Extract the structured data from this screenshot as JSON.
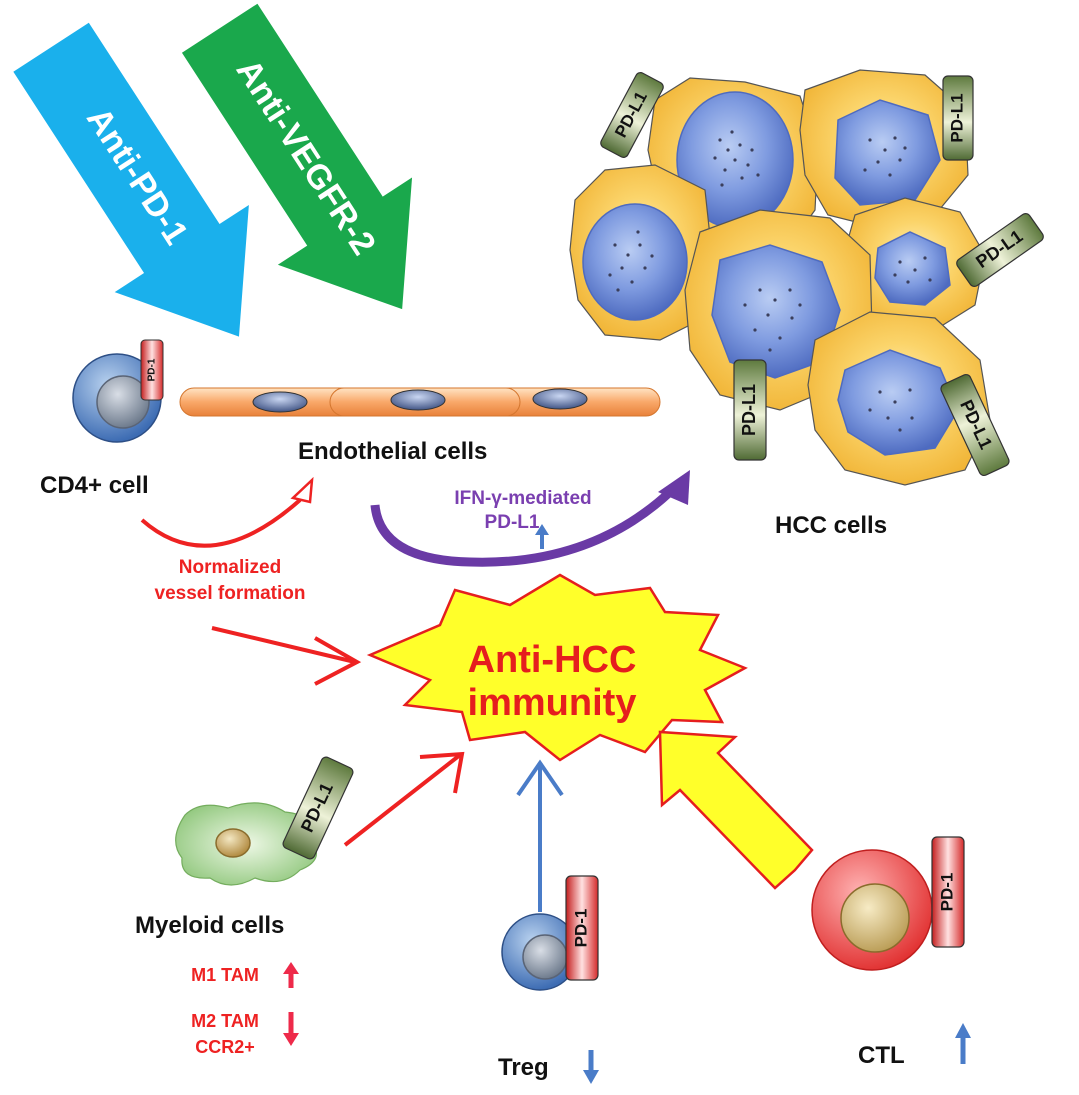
{
  "drugs": {
    "anti_pd1": "Anti-PD-1",
    "anti_vegfr2": "Anti-VEGFR-2"
  },
  "receptors": {
    "pd1": "PD-1",
    "pdl1": "PD-L1"
  },
  "labels": {
    "cd4_cell": "CD4+ cell",
    "endothelial_cells": "Endothelial cells",
    "hcc_cells": "HCC cells",
    "ifn_line1": "IFN-γ-mediated",
    "ifn_line2": "PD-L1",
    "normalized_line1": "Normalized",
    "normalized_line2": "vessel formation",
    "immunity_line1": "Anti-HCC",
    "immunity_line2": "immunity",
    "myeloid_cells": "Myeloid cells",
    "m1_tam": "M1 TAM",
    "m2_tam": "M2 TAM",
    "ccr2": "CCR2+",
    "treg": "Treg",
    "ctl": "CTL"
  },
  "colors": {
    "anti_pd1_arrow": "#1ab0ec",
    "anti_vegfr2_arrow": "#1aa84c",
    "burst_fill": "#ffff2a",
    "burst_stroke": "#e51e1e",
    "red_text": "#ee2222",
    "purple_text": "#7a3fb0",
    "blue_arrow": "#4a7cc8",
    "hcc_cytoplasm": "#f6c44c",
    "hcc_nucleus": "#7393d8",
    "pdl1_tag": "#6e8a4f",
    "pd1_tag": "#e03c3c",
    "ctl_outer": "#ee4848"
  }
}
